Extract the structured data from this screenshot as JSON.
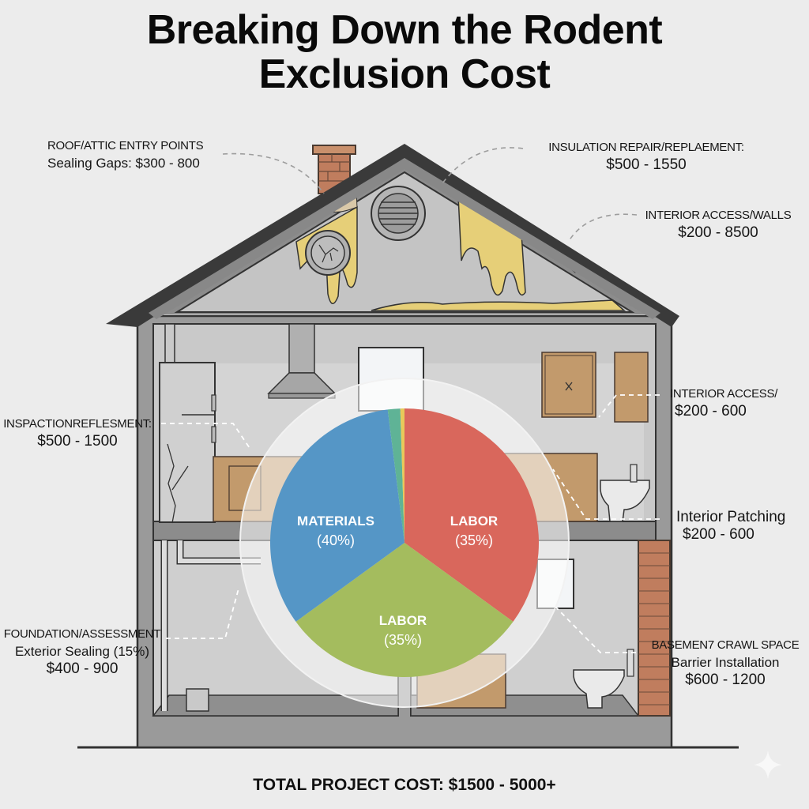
{
  "title": {
    "line1": "Breaking Down the Rodent",
    "line2": "Exclusion Cost"
  },
  "callouts": [
    {
      "id": "roof-attic",
      "heading": "ROOF/ATTIC ENTRY POINTS",
      "subtitle": "Sealing Gaps: $300 - 800",
      "value": ""
    },
    {
      "id": "insulation",
      "heading": "INSULATION REPAIR/REPLAEMENT:",
      "subtitle": "",
      "value": "$500 - 1550"
    },
    {
      "id": "interior-walls",
      "heading": "INTERIOR ACCESS/WALLS",
      "subtitle": "",
      "value": "$200 - 8500"
    },
    {
      "id": "inspection",
      "heading": "INSPACTIONREFLESMENT:",
      "subtitle": "",
      "value": "$500 - 1500"
    },
    {
      "id": "interior-access",
      "heading": "INTERIOR ACCESS/",
      "subtitle": "",
      "value": "$200 - 600"
    },
    {
      "id": "interior-patching",
      "heading": "Interior Patching",
      "subtitle": "",
      "value": "$200 - 600"
    },
    {
      "id": "foundation",
      "heading": "FOUNDATION/ASSESSMENT",
      "subtitle": "Exterior Sealing (15%)",
      "value": "$400 - 900"
    },
    {
      "id": "basement",
      "heading": "BASEMEN7 CRAWL SPACE",
      "subtitle": "Barrier Installation",
      "value": "$600 - 1200"
    }
  ],
  "total": "TOTAL PROJECT COST: $1500 - 5000+",
  "chart_data": {
    "type": "pie",
    "title": "Rodent Exclusion Cost Breakdown",
    "slices": [
      {
        "name": "LABOR",
        "label_percent": "(35%)",
        "value": 35,
        "color": "#d9675c"
      },
      {
        "name": "LABOR",
        "label_percent": "(35%)",
        "value": 30,
        "color": "#a4bc5e"
      },
      {
        "name": "MATERIALS",
        "label_percent": "(40%)",
        "value": 33,
        "color": "#5596c6"
      },
      {
        "name": "",
        "label_percent": "",
        "value": 1.5,
        "color": "#5fb396"
      },
      {
        "name": "",
        "label_percent": "",
        "value": 0.5,
        "color": "#e8c95a"
      }
    ],
    "start_angle_deg": 0,
    "direction": "clockwise",
    "legend": "none (labels inside slices)"
  },
  "colors": {
    "background": "#ececec",
    "wall": "#9a9a9a",
    "interior": "#c9c9c9",
    "roof": "#3a3a3a",
    "insulation": "#e6cf78",
    "wood": "#c29a6c",
    "brick": "#c07d5e"
  }
}
